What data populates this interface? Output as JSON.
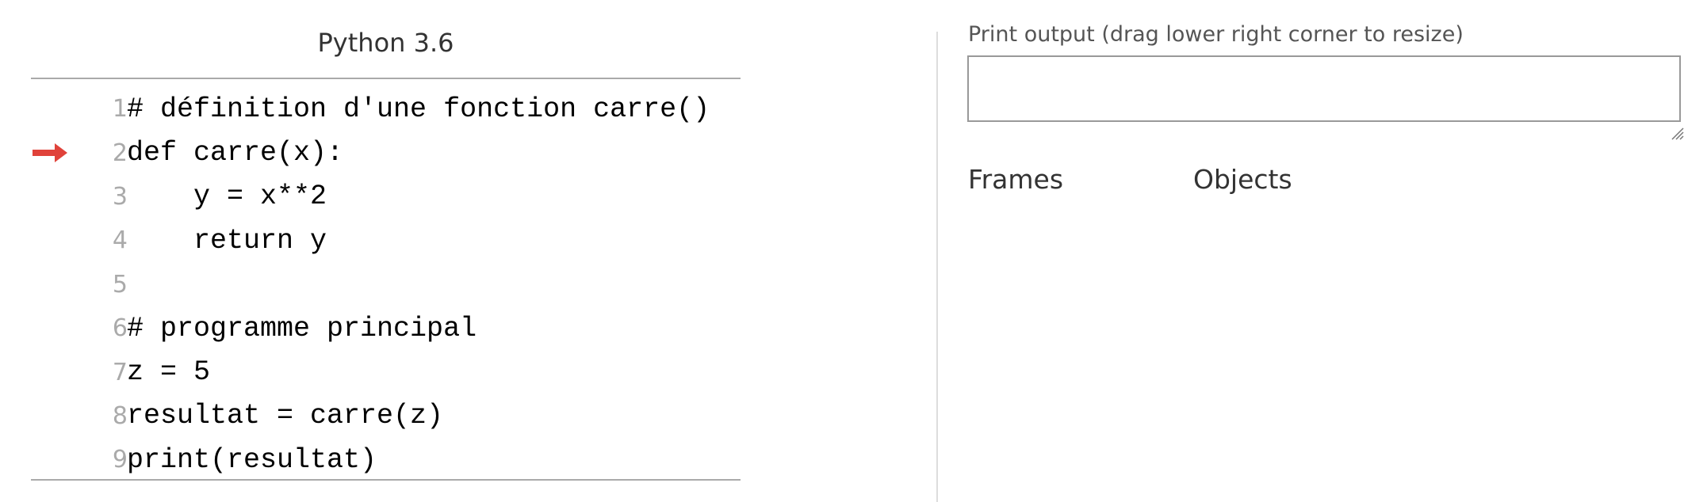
{
  "code_panel": {
    "language": "Python 3.6",
    "current_line": 2,
    "arrow_color": "#e0423a",
    "lines": [
      {
        "num": "1",
        "text": "# définition d'une fonction carre()"
      },
      {
        "num": "2",
        "text": "def carre(x):"
      },
      {
        "num": "3",
        "text": "    y = x**2"
      },
      {
        "num": "4",
        "text": "    return y"
      },
      {
        "num": "5",
        "text": ""
      },
      {
        "num": "6",
        "text": "# programme principal"
      },
      {
        "num": "7",
        "text": "z = 5"
      },
      {
        "num": "8",
        "text": "resultat = carre(z)"
      },
      {
        "num": "9",
        "text": "print(resultat)"
      }
    ]
  },
  "output_panel": {
    "label": "Print output (drag lower right corner to resize)",
    "output_text": "",
    "frames_label": "Frames",
    "objects_label": "Objects"
  }
}
